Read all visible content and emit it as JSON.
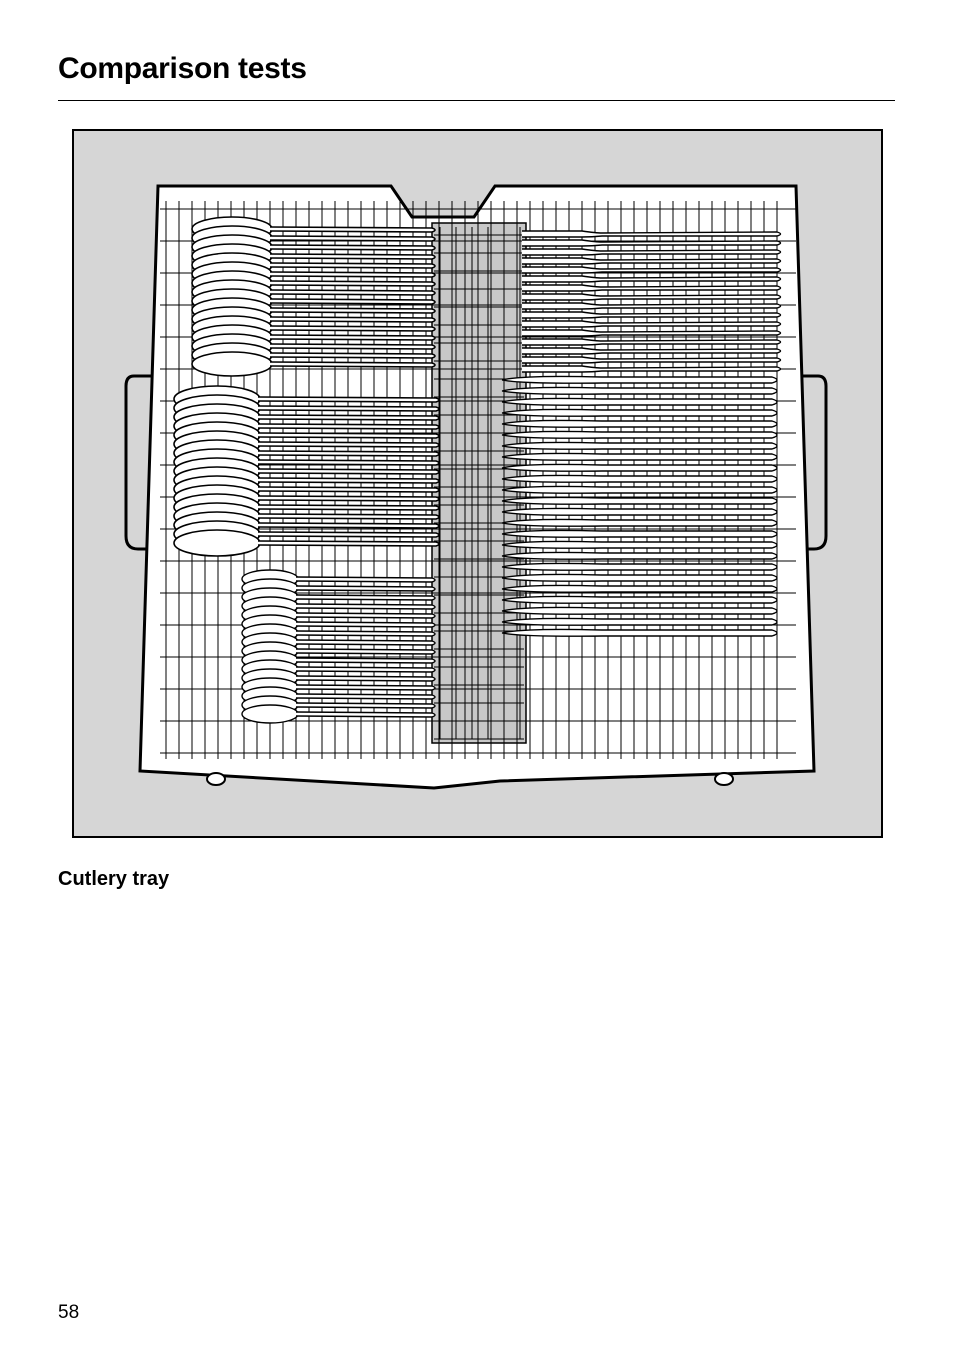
{
  "page": {
    "title": "Comparison tests",
    "figure_caption": "Cutlery tray",
    "page_number": "58"
  },
  "illustration": {
    "subject": "cutlery-tray-loaded",
    "background_color": "#d6d6d6",
    "line_color": "#000000"
  }
}
